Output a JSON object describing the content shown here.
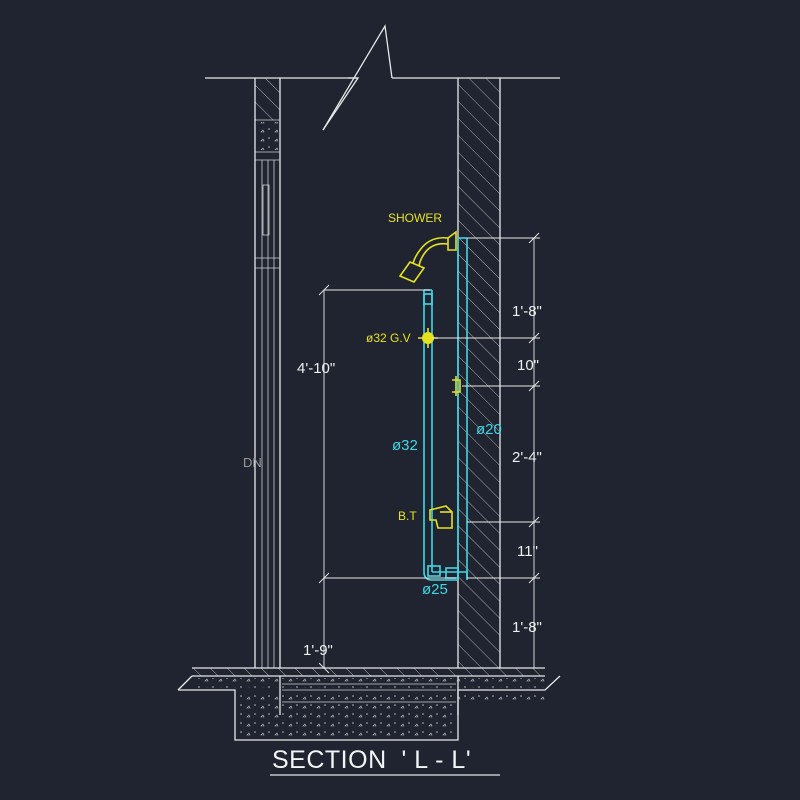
{
  "drawing": {
    "title": "SECTION  ' L - L'",
    "labels": {
      "shower": "SHOWER",
      "gate_valve": "ø32 G.V",
      "bib_tap": "B.T",
      "pipe_32": "ø32",
      "pipe_20": "ø20",
      "pipe_25": "ø25",
      "door_mark": "DN"
    },
    "dimensions": {
      "left_height": "4'-10\"",
      "left_bottom": "1'-9\"",
      "right": [
        "1'-8\"",
        "10\"",
        "2'-4\"",
        "11\"",
        "1'-8\""
      ]
    },
    "colors": {
      "background": "#1f2430",
      "linework": "#e8e8e8",
      "pipe": "#3fd7e6",
      "fixture": "#e6e21e"
    }
  }
}
